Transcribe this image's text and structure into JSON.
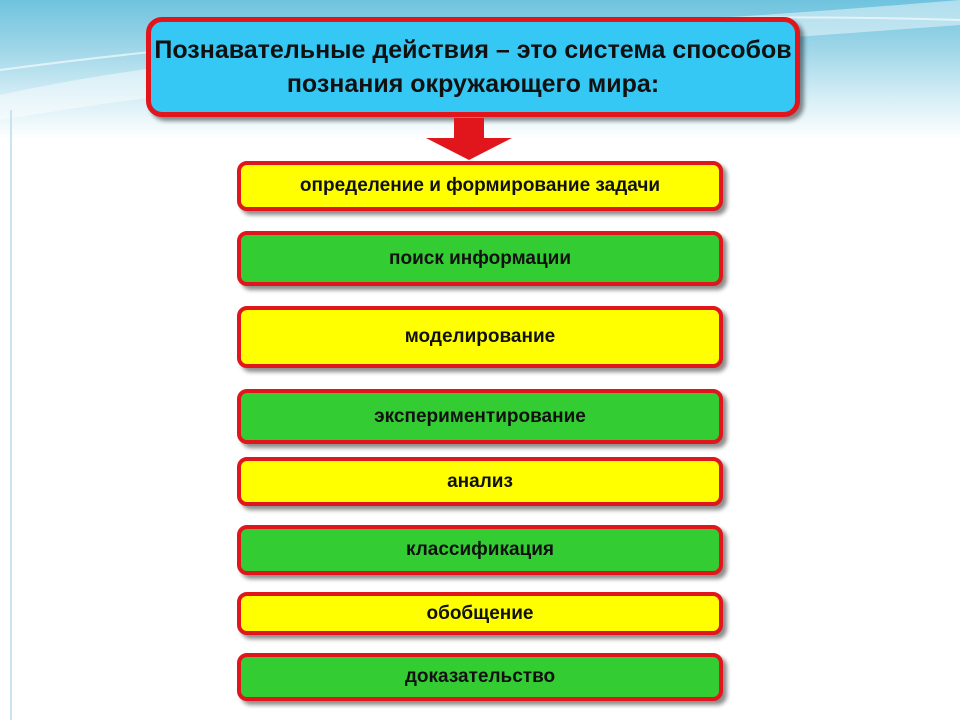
{
  "title": "Познавательные действия – это система способов познания окружающего мира:",
  "colors": {
    "border": "#e0161c",
    "title_fill": "#35c8f4",
    "yellow_fill": "#ffff00",
    "green_fill": "#33cc33",
    "arrow": "#e0161c"
  },
  "items": [
    {
      "label": "определение и формирование задачи",
      "color": "yellow"
    },
    {
      "label": "поиск информации",
      "color": "green"
    },
    {
      "label": "моделирование",
      "color": "yellow"
    },
    {
      "label": "экспериментирование",
      "color": "green"
    },
    {
      "label": "анализ",
      "color": "yellow"
    },
    {
      "label": "классификация",
      "color": "green"
    },
    {
      "label": "обобщение",
      "color": "yellow"
    },
    {
      "label": "доказательство",
      "color": "green"
    }
  ]
}
